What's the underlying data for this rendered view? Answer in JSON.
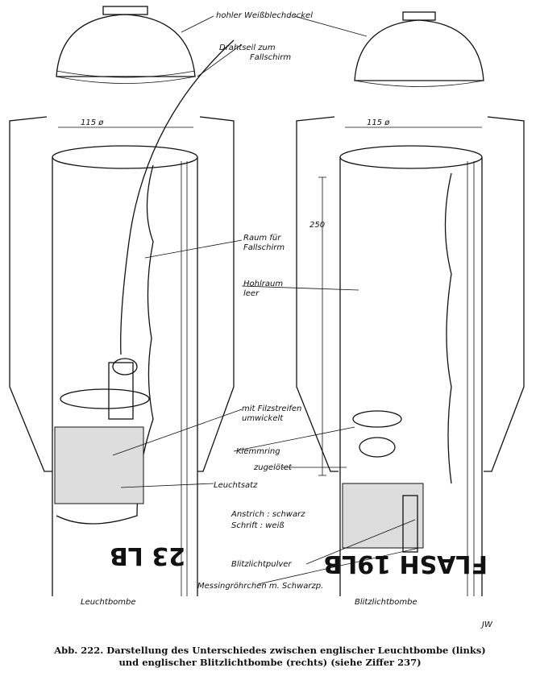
{
  "labels": {
    "lid": "hohler Weißblechdeckel",
    "wire_line1": "Drahtseil zum",
    "wire_line2": "Fallschirm",
    "diameter_left": "115 ø",
    "diameter_right": "115 ø",
    "height": "250",
    "parachute_space_line1": "Raum für",
    "parachute_space_line2": "Fallschirm",
    "cavity_line1": "Hohlraum",
    "cavity_line2": "leer",
    "felt_line1": "mit Filzstreifen",
    "felt_line2": "umwickelt",
    "clamp_ring": "Klemmring",
    "soldered": "zugelötet",
    "flare_charge": "Leuchtsatz",
    "paint": "Anstrich : schwarz",
    "lettering": "Schrift  : weiß",
    "flash_powder": "Blitzlichtpulver",
    "brass_tube": "Messingröhrchen m. Schwarzp.",
    "left_name": "Leuchtbombe",
    "right_name": "Blitzlichtbombe",
    "left_stencil": "23 LB",
    "right_stencil": "FLASH 19LB",
    "signature": "JW"
  },
  "caption": {
    "line1": "Abb. 222.  Darstellung des Unterschiedes zwischen englischer Leuchtbombe (links)",
    "line2": "und englischer Blitzlichtbombe (rechts)  (siehe Ziffer 237)"
  }
}
